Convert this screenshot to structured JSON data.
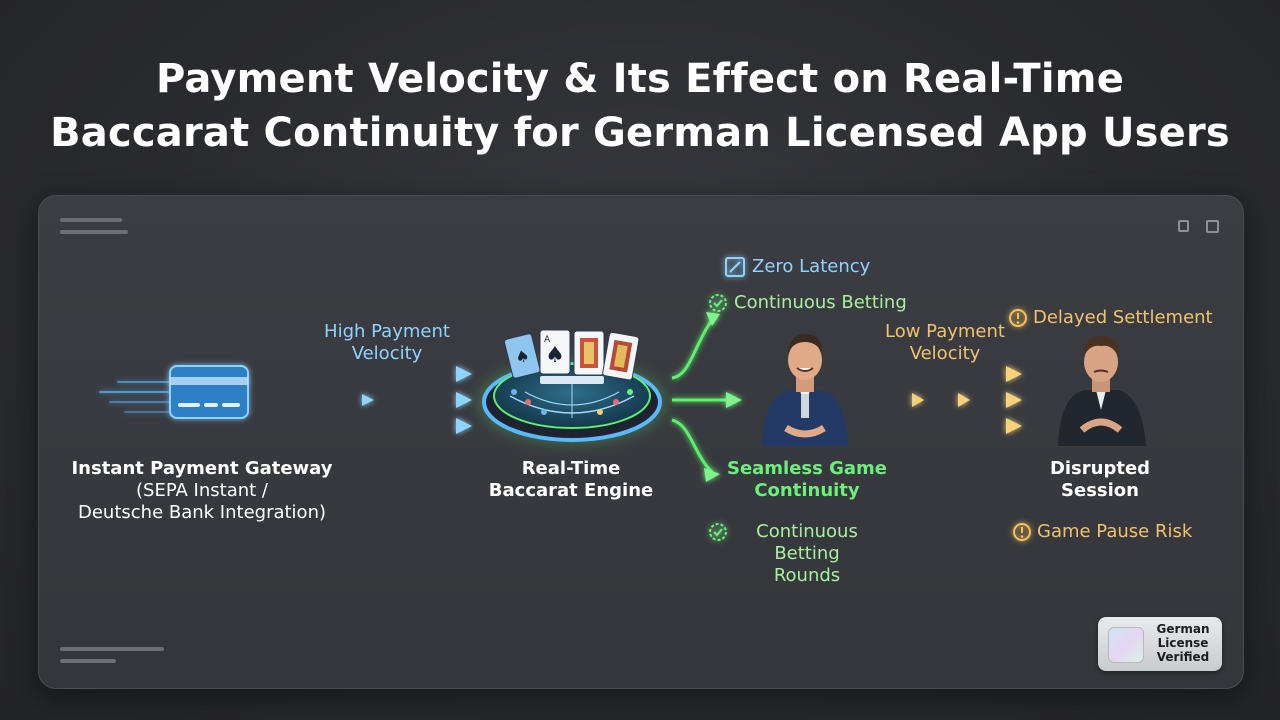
{
  "title": {
    "line1": "Payment Velocity & Its Effect on Real-Time",
    "line2": "Baccarat Continuity for German Licensed App Users"
  },
  "gateway": {
    "name": "Instant Payment Gateway",
    "detail1": "(SEPA Instant /",
    "detail2": "Deutsche Bank Integration)"
  },
  "high_velocity": {
    "line1": "High Payment",
    "line2": "Velocity"
  },
  "engine": {
    "line1": "Real-Time",
    "line2": "Baccarat Engine"
  },
  "benefits": {
    "zero_latency": "Zero Latency",
    "continuous_betting": "Continuous Betting",
    "continuity_line1": "Seamless Game",
    "continuity_line2": "Continuity",
    "rounds_line1": "Continuous Betting",
    "rounds_line2": "Rounds"
  },
  "low_velocity": {
    "line1": "Low Payment",
    "line2": "Velocity"
  },
  "disrupted": {
    "delayed_settlement": "Delayed Settlement",
    "line1": "Disrupted",
    "line2": "Session",
    "pause_risk": "Game Pause Risk"
  },
  "badge": {
    "line1": "German",
    "line2": "License",
    "line3": "Verified"
  },
  "colors": {
    "high": "#5ab8ff",
    "green": "#5df06a",
    "gold": "#f5c25a",
    "background": "#2a2b2f"
  }
}
